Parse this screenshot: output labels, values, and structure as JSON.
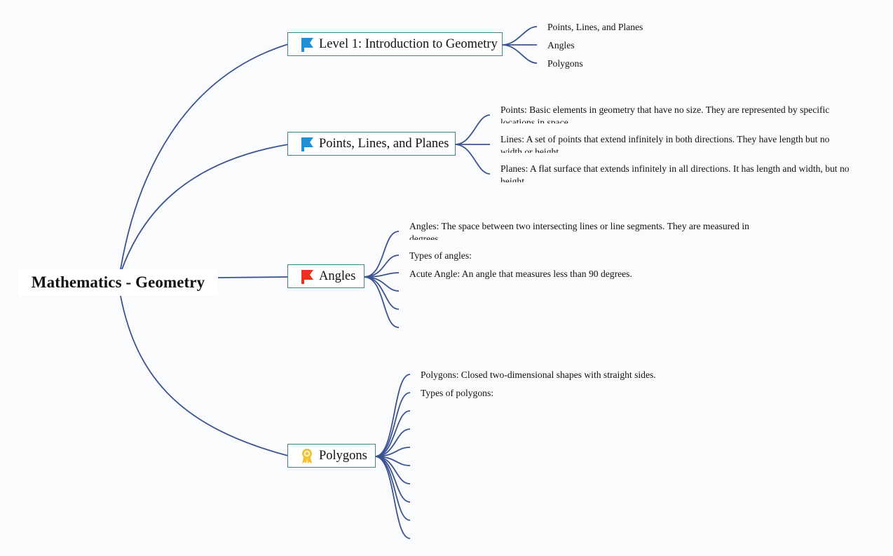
{
  "root": {
    "label": "Mathematics - Geometry"
  },
  "colors": {
    "connector": "#3b5391",
    "topic_border": "#3a8a83",
    "flag_blue": "#1f8fd6",
    "flag_red": "#e8321d",
    "badge_yellow": "#f2c230"
  },
  "topics": [
    {
      "label": "Level 1: Introduction to Geometry",
      "icon": "blue-flag-icon",
      "children": [
        "Points, Lines, and Planes",
        "Angles",
        "Polygons"
      ]
    },
    {
      "label": "Points, Lines, and Planes",
      "icon": "blue-flag-icon",
      "children": [
        "Points: Basic elements in geometry that have no size. They are represented by specific locations in space.",
        "Lines: A set of points that extend infinitely in both directions. They have length but no width or height.",
        "Planes: A flat surface that extends infinitely in all directions. It has length and width, but no height."
      ]
    },
    {
      "label": "Angles",
      "icon": "red-flag-icon",
      "children": [
        "Angles: The space between two intersecting lines or line segments. They are measured in degrees.",
        "Types of angles:",
        "Acute Angle: An angle that measures less than 90 degrees."
      ]
    },
    {
      "label": "Polygons",
      "icon": "award-badge-icon",
      "children": [
        "Polygons: Closed two-dimensional shapes with straight sides.",
        "Types of polygons:"
      ]
    }
  ]
}
